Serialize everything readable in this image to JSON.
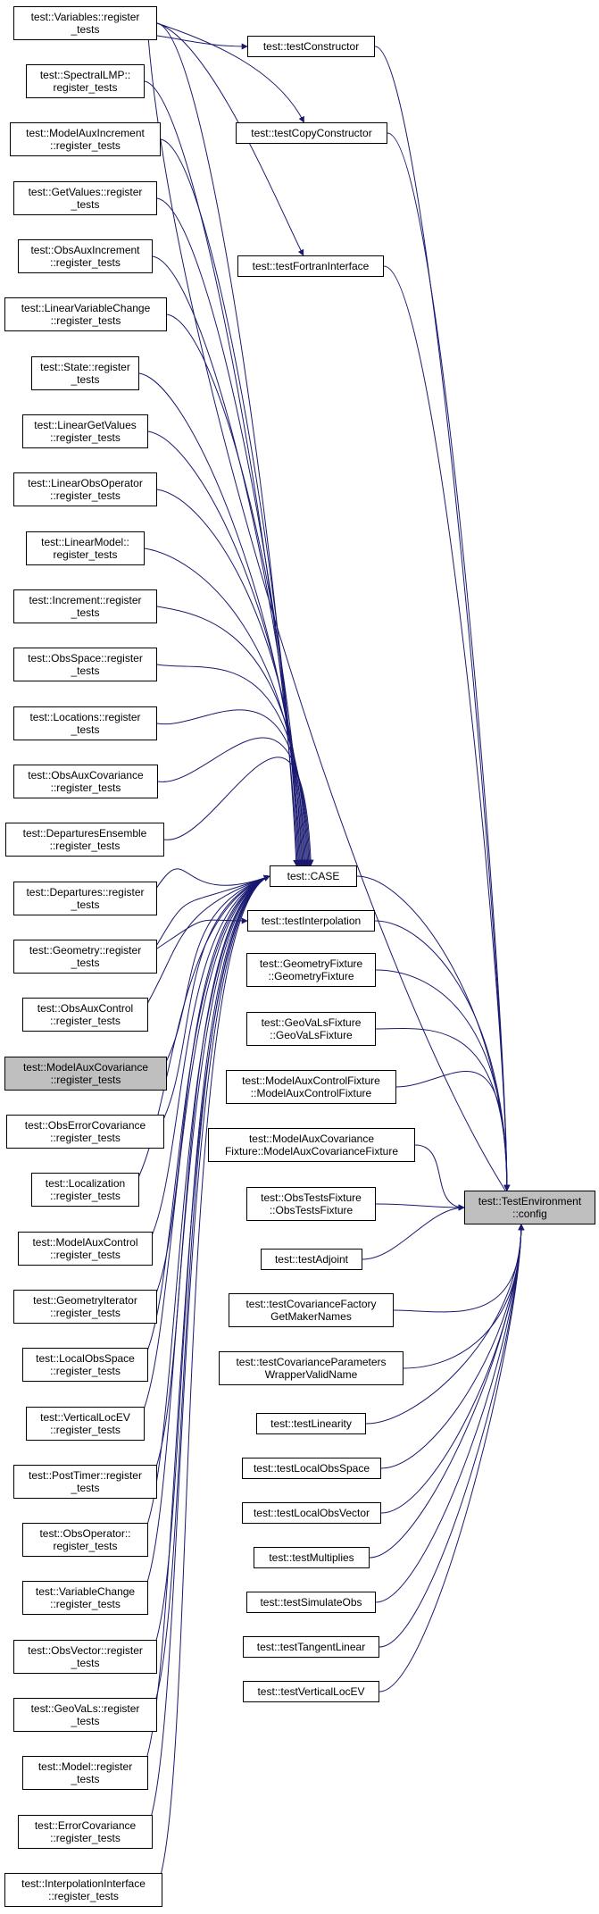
{
  "graph": {
    "edge_color": "#191970",
    "target": {
      "id": "config",
      "label": "test::TestEnvironment\n::config",
      "fill": "#bfbfbf"
    },
    "hub": {
      "id": "case",
      "label": "test::CASE"
    },
    "left_nodes": [
      {
        "id": "variables",
        "label": "test::Variables::register\n_tests"
      },
      {
        "id": "spectrallmp",
        "label": "test::SpectralLMP::\nregister_tests"
      },
      {
        "id": "modelauxincrement",
        "label": "test::ModelAuxIncrement\n::register_tests"
      },
      {
        "id": "getvalues",
        "label": "test::GetValues::register\n_tests"
      },
      {
        "id": "obsauxincrement",
        "label": "test::ObsAuxIncrement\n::register_tests"
      },
      {
        "id": "linearvariablechange",
        "label": "test::LinearVariableChange\n::register_tests"
      },
      {
        "id": "state",
        "label": "test::State::register\n_tests"
      },
      {
        "id": "lineargetvalues",
        "label": "test::LinearGetValues\n::register_tests"
      },
      {
        "id": "linearobsoperator",
        "label": "test::LinearObsOperator\n::register_tests"
      },
      {
        "id": "linearmodel",
        "label": "test::LinearModel::\nregister_tests"
      },
      {
        "id": "increment",
        "label": "test::Increment::register\n_tests"
      },
      {
        "id": "obsspace",
        "label": "test::ObsSpace::register\n_tests"
      },
      {
        "id": "locations",
        "label": "test::Locations::register\n_tests"
      },
      {
        "id": "obsauxcovariance",
        "label": "test::ObsAuxCovariance\n::register_tests"
      },
      {
        "id": "departuresensemble",
        "label": "test::DeparturesEnsemble\n::register_tests"
      },
      {
        "id": "departures",
        "label": "test::Departures::register\n_tests"
      },
      {
        "id": "geometry",
        "label": "test::Geometry::register\n_tests"
      },
      {
        "id": "obsauxcontrol",
        "label": "test::ObsAuxControl\n::register_tests"
      },
      {
        "id": "modelauxcovariance",
        "label": "test::ModelAuxCovariance\n::register_tests",
        "shaded": true
      },
      {
        "id": "obserrorcovariance",
        "label": "test::ObsErrorCovariance\n::register_tests"
      },
      {
        "id": "localization",
        "label": "test::Localization\n::register_tests"
      },
      {
        "id": "modelauxcontrol",
        "label": "test::ModelAuxControl\n::register_tests"
      },
      {
        "id": "geometryiterator",
        "label": "test::GeometryIterator\n::register_tests"
      },
      {
        "id": "localobsspace",
        "label": "test::LocalObsSpace\n::register_tests"
      },
      {
        "id": "verticallocev",
        "label": "test::VerticalLocEV\n::register_tests"
      },
      {
        "id": "posttimer",
        "label": "test::PostTimer::register\n_tests"
      },
      {
        "id": "obsoperator",
        "label": "test::ObsOperator::\nregister_tests"
      },
      {
        "id": "variablechange",
        "label": "test::VariableChange\n::register_tests"
      },
      {
        "id": "obsvector",
        "label": "test::ObsVector::register\n_tests"
      },
      {
        "id": "geovals",
        "label": "test::GeoVaLs::register\n_tests"
      },
      {
        "id": "model",
        "label": "test::Model::register\n_tests"
      },
      {
        "id": "errorcovariance",
        "label": "test::ErrorCovariance\n::register_tests"
      },
      {
        "id": "interpolationinterface",
        "label": "test::InterpolationInterface\n::register_tests"
      }
    ],
    "middle_nodes": [
      {
        "id": "testconstructor",
        "label": "test::testConstructor"
      },
      {
        "id": "testcopyconstructor",
        "label": "test::testCopyConstructor"
      },
      {
        "id": "testfortraninterface",
        "label": "test::testFortranInterface"
      },
      {
        "id": "testinterpolation",
        "label": "test::testInterpolation"
      },
      {
        "id": "geometryfixture",
        "label": "test::GeometryFixture\n::GeometryFixture"
      },
      {
        "id": "geovalsfixture",
        "label": "test::GeoVaLsFixture\n::GeoVaLsFixture"
      },
      {
        "id": "modelauxcontrolfixture",
        "label": "test::ModelAuxControlFixture\n::ModelAuxControlFixture"
      },
      {
        "id": "modelauxcovariancefixture",
        "label": "test::ModelAuxCovariance\nFixture::ModelAuxCovarianceFixture"
      },
      {
        "id": "obstestsfixture",
        "label": "test::ObsTestsFixture\n::ObsTestsFixture"
      },
      {
        "id": "testadjoint",
        "label": "test::testAdjoint"
      },
      {
        "id": "testcovariancefactory",
        "label": "test::testCovarianceFactory\nGetMakerNames"
      },
      {
        "id": "testcovarianceparameters",
        "label": "test::testCovarianceParameters\nWrapperValidName"
      },
      {
        "id": "testlinearity",
        "label": "test::testLinearity"
      },
      {
        "id": "testlocalobsspace",
        "label": "test::testLocalObsSpace"
      },
      {
        "id": "testlocalobsvector",
        "label": "test::testLocalObsVector"
      },
      {
        "id": "testmultiplies",
        "label": "test::testMultiplies"
      },
      {
        "id": "testsimulateobs",
        "label": "test::testSimulateObs"
      },
      {
        "id": "testtangentlinear",
        "label": "test::testTangentLinear"
      },
      {
        "id": "testverticallocev",
        "label": "test::testVerticalLocEV"
      }
    ]
  }
}
